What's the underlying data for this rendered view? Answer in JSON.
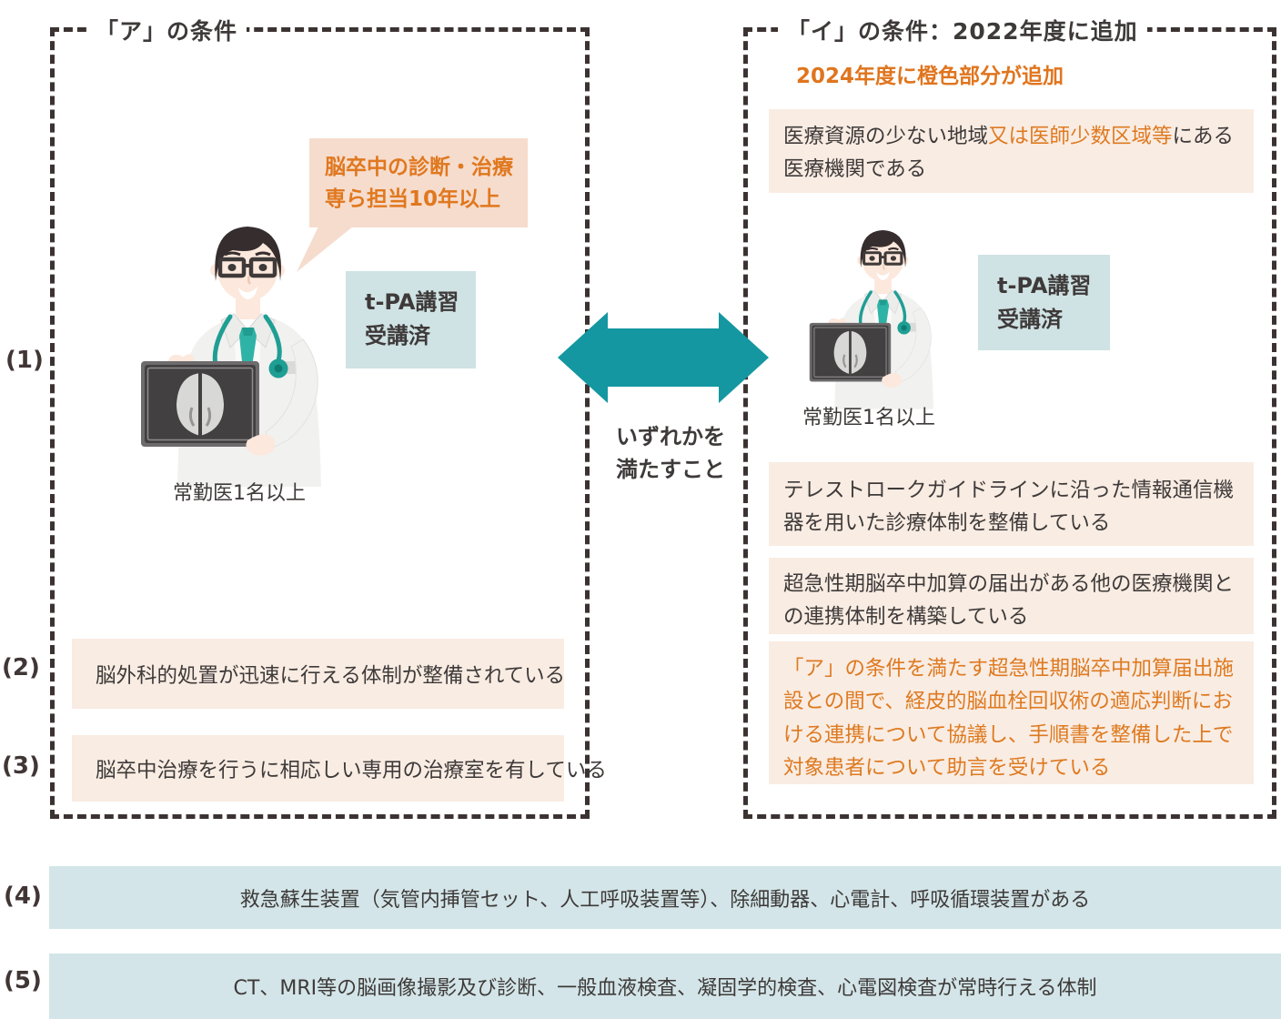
{
  "colors": {
    "dark_text": "#3e3a39",
    "orange_accent": "#de7a20",
    "pink_box_bg": "#f9ece3",
    "bubble_bg": "#f6dccd",
    "tpa_box_bg": "#cfe2e4",
    "band_bg": "#d3e5e8",
    "arrow_teal": "#1497a1",
    "dashed_border": "#3b3332"
  },
  "left": {
    "title": "「ア」の条件",
    "number": "(1)",
    "bubble": {
      "line1": "脳卒中の診断・治療",
      "line2": "専ら担当10年以上"
    },
    "tpa": {
      "line1": "t-PA講習",
      "line2": "受講済"
    },
    "caption": "常勤医1名以上",
    "items": [
      {
        "number": "(2)",
        "text": "脳外科的処置が迅速に行える体制が整備されている"
      },
      {
        "number": "(3)",
        "text": "脳卒中治療を行うに相応しい専用の治療室を有している"
      }
    ]
  },
  "center": {
    "line1": "いずれかを",
    "line2": "満たすこと"
  },
  "right": {
    "title": "「イ」の条件：2022年度に追加",
    "subtitle": "2024年度に橙色部分が追加",
    "box1": {
      "pre": "医療資源の少ない地域",
      "highlight": "又は医師少数区域等",
      "post": "にある医療機関である"
    },
    "tpa": {
      "line1": "t-PA講習",
      "line2": "受講済"
    },
    "caption": "常勤医1名以上",
    "box2": "テレストロークガイドラインに沿った情報通信機器を用いた診療体制を整備している",
    "box3": "超急性期脳卒中加算の届出がある他の医療機関との連携体制を構築している",
    "box4": "「ア」の条件を満たす超急性期脳卒中加算届出施設との間で、経皮的脳血栓回収術の適応判断における連携について協議し、手順書を整備した上で対象患者について助言を受けている"
  },
  "bottom": {
    "rows": [
      {
        "number": "(4)",
        "text": "救急蘇生装置（気管内挿管セット、人工呼吸装置等）、除細動器、心電計、呼吸循環装置がある"
      },
      {
        "number": "(5)",
        "text": "CT、MRI等の脳画像撮影及び診断、一般血液検査、凝固学的検査、心電図検査が常時行える体制"
      }
    ]
  }
}
